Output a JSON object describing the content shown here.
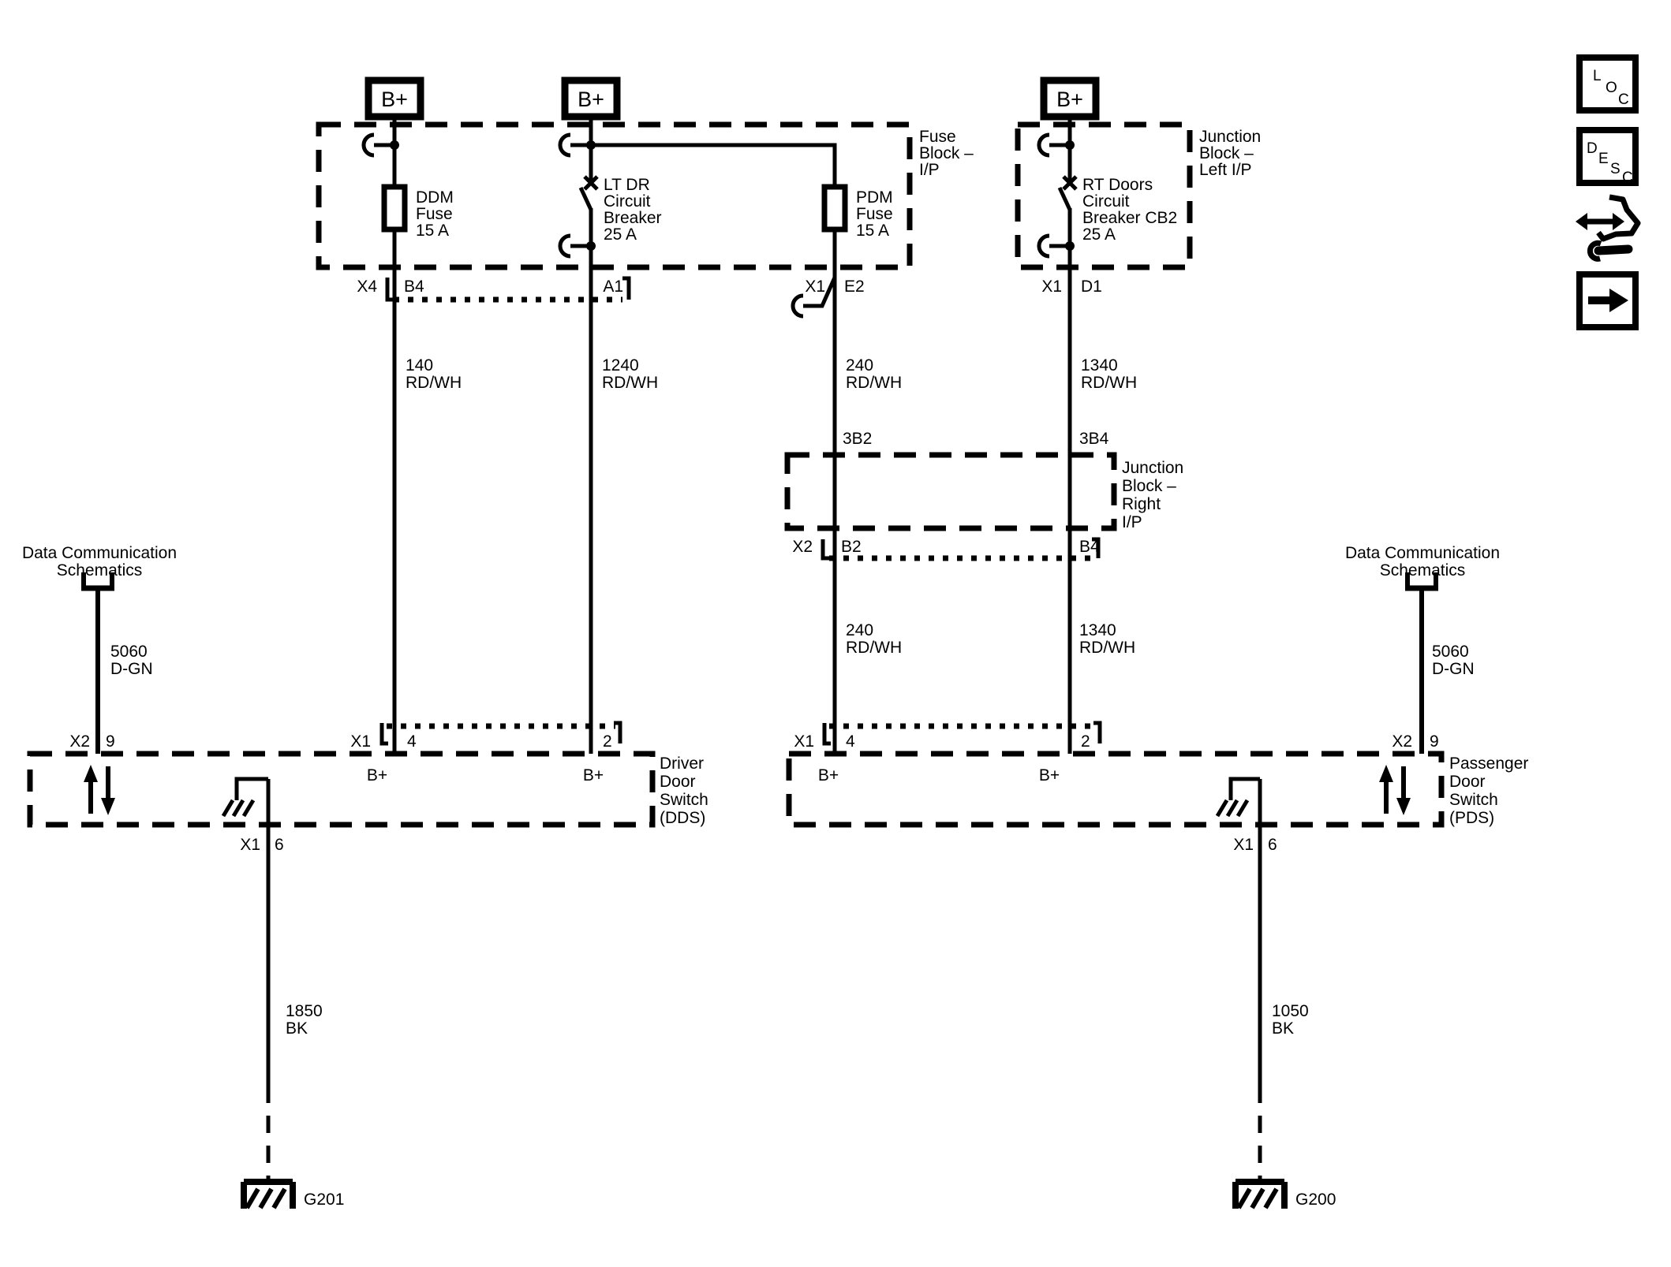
{
  "colors": {
    "ink": "#000000",
    "paper": "#ffffff"
  },
  "battery_taps": {
    "tap1": "B+",
    "tap2": "B+",
    "tap3": "B+"
  },
  "fuse_block_ip": {
    "name": [
      "Fuse",
      "Block –",
      "I/P"
    ],
    "ddm_fuse": [
      "DDM",
      "Fuse",
      "15 A"
    ],
    "ltdr_breaker": [
      "LT DR",
      "Circuit",
      "Breaker",
      "25 A"
    ],
    "pdm_fuse": [
      "PDM",
      "Fuse",
      "15 A"
    ],
    "conn_bottom_left": {
      "shell": "X4",
      "pin_a": "B4",
      "pin_b": "A1"
    },
    "conn_bottom_right": {
      "shell": "X1",
      "pin": "E2"
    }
  },
  "junction_block_left_ip": {
    "name": [
      "Junction",
      "Block –",
      "Left I/P"
    ],
    "rt_doors_breaker": [
      "RT Doors",
      "Circuit",
      "Breaker CB2",
      "25 A"
    ],
    "conn_bottom": {
      "shell": "X1",
      "pin": "D1"
    }
  },
  "junction_block_right_ip": {
    "name": [
      "Junction",
      "Block –",
      "Right",
      "I/P"
    ],
    "pin_top_left": "3B2",
    "pin_top_right": "3B4",
    "conn_bottom": {
      "shell": "X2",
      "pin_a": "B2",
      "pin_b": "B4"
    }
  },
  "wires": {
    "w140": {
      "circuit": "140",
      "color": "RD/WH"
    },
    "w1240": {
      "circuit": "1240",
      "color": "RD/WH"
    },
    "w240_upper": {
      "circuit": "240",
      "color": "RD/WH"
    },
    "w1340_upper": {
      "circuit": "1340",
      "color": "RD/WH"
    },
    "w240_lower": {
      "circuit": "240",
      "color": "RD/WH"
    },
    "w1340_lower": {
      "circuit": "1340",
      "color": "RD/WH"
    },
    "w5060_left": {
      "circuit": "5060",
      "color": "D-GN"
    },
    "w5060_right": {
      "circuit": "5060",
      "color": "D-GN"
    },
    "w1850": {
      "circuit": "1850",
      "color": "BK"
    },
    "w1050": {
      "circuit": "1050",
      "color": "BK"
    }
  },
  "data_ref_left": [
    "Data Communication",
    "Schematics"
  ],
  "data_ref_right": [
    "Data Communication",
    "Schematics"
  ],
  "driver_door_switch": {
    "name": [
      "Driver",
      "Door",
      "Switch",
      "(DDS)"
    ],
    "conn_data": {
      "shell": "X2",
      "pin": "9"
    },
    "conn_power": {
      "shell": "X1",
      "pin_a": "4",
      "pin_b": "2"
    },
    "b_plus_a": "B+",
    "b_plus_b": "B+",
    "conn_ground": {
      "shell": "X1",
      "pin": "6"
    }
  },
  "passenger_door_switch": {
    "name": [
      "Passenger",
      "Door",
      "Switch",
      "(PDS)"
    ],
    "conn_power": {
      "shell": "X1",
      "pin_a": "4",
      "pin_b": "2"
    },
    "conn_data": {
      "shell": "X2",
      "pin": "9"
    },
    "b_plus_a": "B+",
    "b_plus_b": "B+",
    "conn_ground": {
      "shell": "X1",
      "pin": "6"
    }
  },
  "grounds": {
    "left": "G201",
    "right": "G200"
  },
  "toolbar": {
    "loc": [
      "L",
      "O",
      "C"
    ],
    "desc": [
      "D",
      "E",
      "S",
      "C"
    ]
  }
}
